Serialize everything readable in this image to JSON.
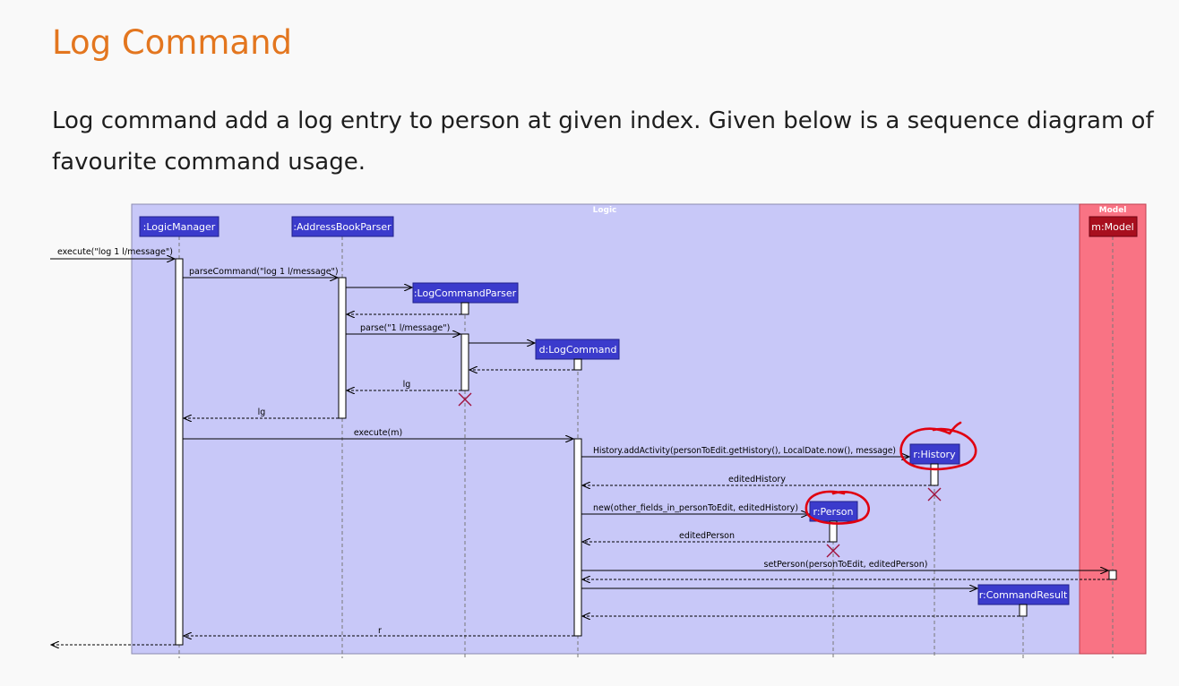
{
  "heading": "Log Command",
  "description": "Log command add a log entry to person at given index. Given below is a sequence diagram of favourite command usage.",
  "colors": {
    "heading": "#e3761f",
    "logic_frame": "#c8c8f8",
    "model_frame": "#f97384",
    "participant": "#3b3bcc",
    "model_participant": "#a80f1e",
    "annotation": "#e00010",
    "destroy_mark": "#a0103a"
  },
  "diagram": {
    "frames": {
      "logic": "Logic",
      "model": "Model"
    },
    "participants": {
      "logic_manager": ":LogicManager",
      "address_book_parser": ":AddressBookParser",
      "log_command_parser": ":LogCommandParser",
      "log_command": "d:LogCommand",
      "history": "r:History",
      "person": "r:Person",
      "command_result": "r:CommandResult",
      "model": "m:Model"
    },
    "messages": {
      "execute_call": "execute(\"log 1 l/message\")",
      "parse_command": "parseCommand(\"log 1 l/message\")",
      "parse": "parse(\"1 l/message\")",
      "return_lg_parser": "lg",
      "return_lg_manager": "lg",
      "execute_m": "execute(m)",
      "add_activity": "History.addActivity(personToEdit.getHistory(), LocalDate.now(), message)",
      "edited_history": "editedHistory",
      "new_person": "new(other_fields_in_personToEdit, editedHistory)",
      "edited_person": "editedPerson",
      "set_person": "setPerson(personToEdit, editedPerson)",
      "return_r": "r"
    },
    "annotations": [
      "red circle around r:History",
      "red circle around r:Person"
    ]
  }
}
